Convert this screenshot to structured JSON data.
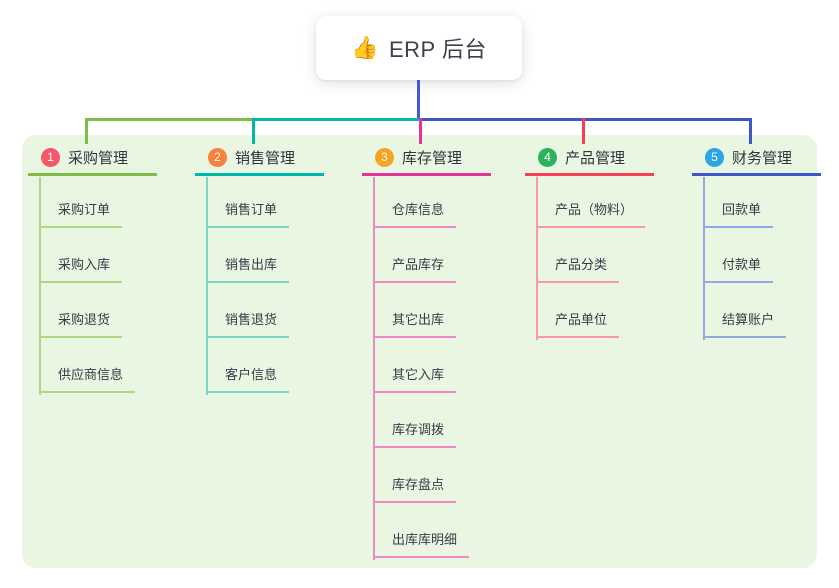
{
  "canvas": {
    "background_color": "#e9f6e2"
  },
  "root": {
    "emoji": "👍",
    "emoji_name": "thumbs-up-emoji",
    "title": "ERP 后台",
    "trunk_color": "#4759d3"
  },
  "branches": [
    {
      "badge": "1",
      "label": "采购管理",
      "badge_color": "#f4586a",
      "line_color": "#7fbc4a",
      "child_line_color": "#aed687",
      "children": [
        "采购订单",
        "采购入库",
        "采购退货",
        "供应商信息"
      ]
    },
    {
      "badge": "2",
      "label": "销售管理",
      "badge_color": "#f8813e",
      "line_color": "#00b8a9",
      "child_line_color": "#7fd4c8",
      "children": [
        "销售订单",
        "销售出库",
        "销售退货",
        "客户信息"
      ]
    },
    {
      "badge": "3",
      "label": "库存管理",
      "badge_color": "#f7a426",
      "line_color": "#e5339c",
      "child_line_color": "#f08ac6",
      "children": [
        "仓库信息",
        "产品库存",
        "其它出库",
        "其它入库",
        "库存调拨",
        "库存盘点",
        "出库库明细"
      ]
    },
    {
      "badge": "4",
      "label": "产品管理",
      "badge_color": "#2db15f",
      "line_color": "#f83e50",
      "child_line_color": "#f89aa4",
      "children": [
        "产品（物料）",
        "产品分类",
        "产品单位"
      ]
    },
    {
      "badge": "5",
      "label": "财务管理",
      "badge_color": "#2aa5e6",
      "line_color": "#3f56c9",
      "child_line_color": "#93a7e3",
      "children": [
        "回款单",
        "付款单",
        "结算账户"
      ]
    }
  ]
}
